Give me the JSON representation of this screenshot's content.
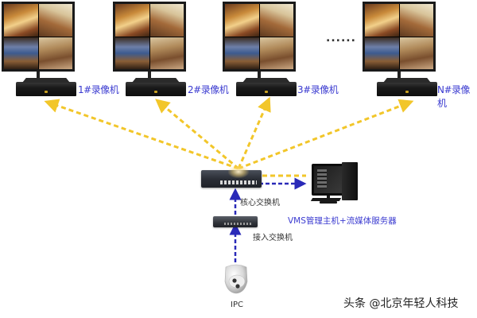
{
  "recorders": [
    {
      "label": "1#录像机"
    },
    {
      "label": "2#录像机"
    },
    {
      "label": "3#录像机"
    },
    {
      "label": "N#录像机"
    }
  ],
  "ellipsis": "......",
  "core_switch": {
    "label": "核心交换机"
  },
  "access_switch": {
    "label": "接入交换机"
  },
  "vms_server": {
    "label": "VMS管理主机+流媒体服务器"
  },
  "camera": {
    "label": "IPC"
  },
  "watermark": "头条 @北京年轻人科技",
  "colors": {
    "yellow_link": "#f2c62a",
    "blue_link": "#2a2ab8",
    "label_blue": "#3a3ad0"
  }
}
